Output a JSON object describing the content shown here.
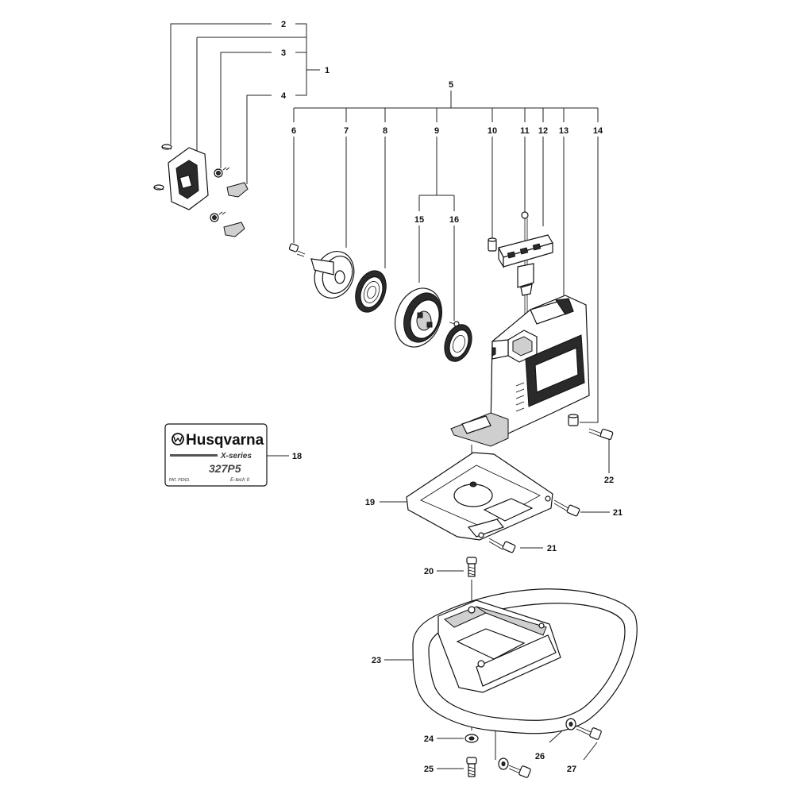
{
  "callouts": {
    "c1": "1",
    "c2": "2",
    "c3": "3",
    "c4": "4",
    "c5": "5",
    "c6": "6",
    "c7": "7",
    "c8": "8",
    "c9": "9",
    "c10": "10",
    "c11": "11",
    "c12": "12",
    "c13": "13",
    "c14": "14",
    "c15": "15",
    "c16": "16",
    "c18": "18",
    "c19": "19",
    "c20": "20",
    "c21a": "21",
    "c21b": "21",
    "c22": "22",
    "c23": "23",
    "c24": "24",
    "c25": "25",
    "c26": "26",
    "c27": "27"
  },
  "decal": {
    "brand": "Husqvarna",
    "series": "X-series",
    "model": "327P5",
    "pat": "PAT. PEND.",
    "etech": "E-tech II"
  },
  "icons": {
    "brand_logo": "husqvarna-crown-logo"
  },
  "colors": {
    "line": "#111111",
    "background": "#ffffff",
    "fill_dark": "#2a2a2a",
    "fill_grey": "#cfcfcf"
  }
}
